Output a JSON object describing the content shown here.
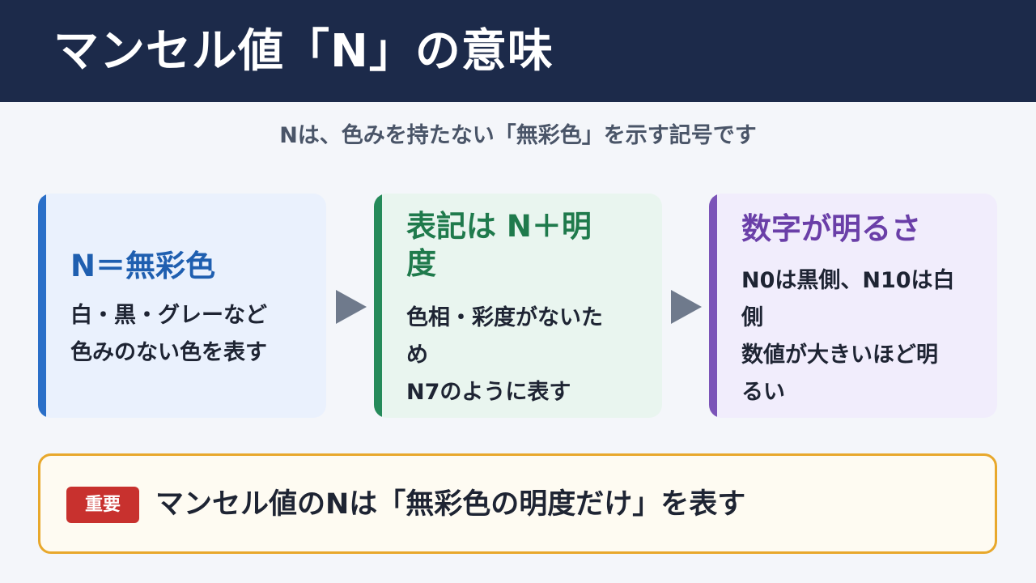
{
  "header": {
    "title": "マンセル値「N」の意味"
  },
  "subtitle": "Nは、色みを持たない「無彩色」を示す記号です",
  "cards": [
    {
      "title_lines": [
        "N＝無彩色"
      ],
      "body_lines": [
        "白・黒・グレーなど",
        "色みのない色を表す"
      ]
    },
    {
      "title_lines": [
        "表記は N＋明",
        "度"
      ],
      "body_lines": [
        "色相・彩度がないた",
        "め",
        "N7のように表す"
      ]
    },
    {
      "title_lines": [
        "数字が明るさ"
      ],
      "body_lines": [
        "N0は黒側、N10は白",
        "側",
        "数値が大きいほど明",
        "るい"
      ]
    }
  ],
  "note": {
    "badge": "重要",
    "text": "マンセル値のNは「無彩色の明度だけ」を表す"
  },
  "colors": {
    "header_bg": "#1c2a4a",
    "card1_accent": "#2a6fc8",
    "card2_accent": "#258a5a",
    "card3_accent": "#7b54b8",
    "note_border": "#e8a82c",
    "badge_bg": "#c8312e"
  }
}
